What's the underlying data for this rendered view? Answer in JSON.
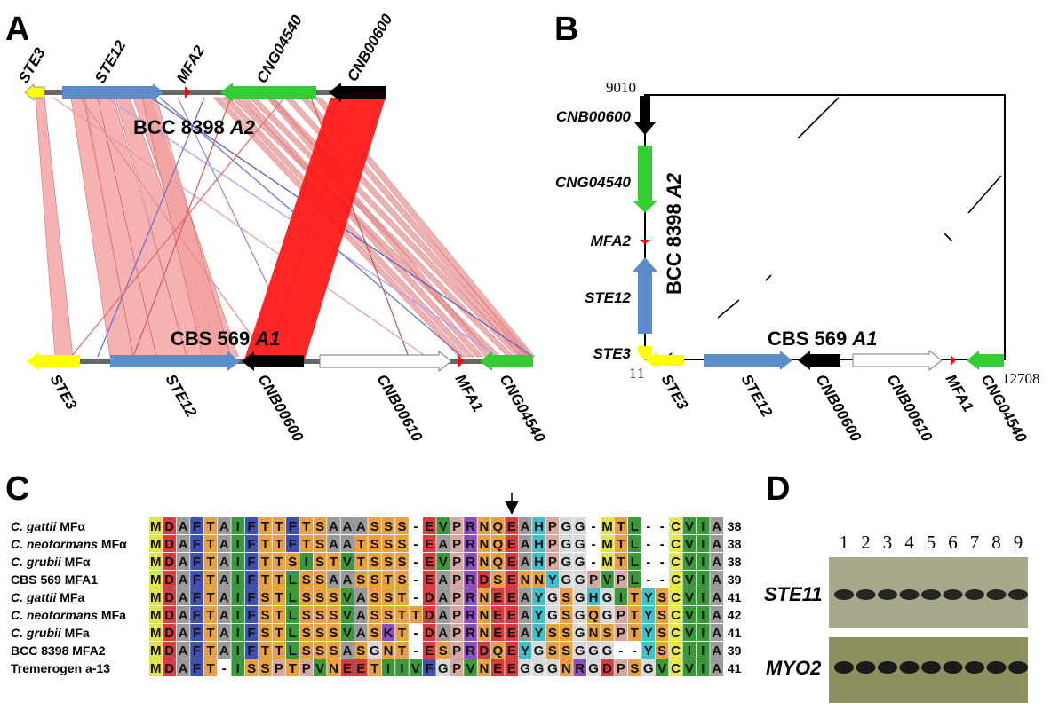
{
  "panels": {
    "a": "A",
    "b": "B",
    "c": "C",
    "d": "D"
  },
  "panel_a": {
    "top_genes": [
      "STE3",
      "STE12",
      "MFA2",
      "CNG04540",
      "CNB00600"
    ],
    "top_strain": {
      "name": "BCC 8398 ",
      "mating": "A2"
    },
    "bottom_strain": {
      "name": "CBS 569 ",
      "mating": "A1"
    },
    "bottom_genes": [
      "STE3",
      "STE12",
      "CNB00600",
      "CNB00610",
      "MFA1",
      "CNG04540"
    ]
  },
  "panel_b": {
    "y_max": "9010",
    "x_max": "12708",
    "origin_x": "1",
    "origin_y": "1",
    "y_genes": [
      "CNB00600",
      "CNG04540",
      "MFA2",
      "STE12",
      "STE3"
    ],
    "y_strain": {
      "name": "BCC 8398 ",
      "mating": "A2"
    },
    "x_strain": {
      "name": "CBS 569 ",
      "mating": "A1"
    },
    "x_genes": [
      "STE3",
      "STE12",
      "CNB00600",
      "CNB00610",
      "MFA1",
      "CNG04540"
    ]
  },
  "panel_c": {
    "rows": [
      {
        "italic": "C. gattii",
        "rest": " MFα",
        "seq": "MDAFTAIFTTFTSAAASSS-EVPRNQEAHPGG-MTL--CVIA",
        "len": "38"
      },
      {
        "italic": "C. neoformans",
        "rest": " MFα",
        "seq": "MDAFTAIFTTFTSAATSSS-EAPRNQEAHPGG-MTL--CVIA",
        "len": "38"
      },
      {
        "italic": "C. grubii",
        "rest": " MFα",
        "seq": "MDAFTAIFTTSISTVTSSS-EVPRNQEAHPGG-MTL--CVIA",
        "len": "38"
      },
      {
        "italic": "",
        "rest": "CBS 569 MFA1",
        "seq": "MDAFTAIFTTLSSAASSTS-EAPRDSENNYGGPVPL--CVIA",
        "len": "39"
      },
      {
        "italic": "C. gattii",
        "rest": " MFa",
        "seq": "MDAFTAIFSTLSSSVASST-DAPRNEEAYGSGHGITYSCVIA",
        "len": "41"
      },
      {
        "italic": "C. neoformans",
        "rest": " MFa",
        "seq": "MDAFTAIFSTLSSSVASSTTDAPRNEEAYGSGQGPTYSCVIA",
        "len": "42"
      },
      {
        "italic": "C. grubii",
        "rest": " MFa",
        "seq": "MDAFTAIFSTLSSSVASKT-DAPRNEEAYSSGNSPTYSCVIA",
        "len": "41"
      },
      {
        "italic": "",
        "rest": "BCC 8398 MFA2",
        "seq": "MDAFTAIFTTLSSSASGNT-ESPRDQEYGSSGGG--YSCIIA",
        "len": "39"
      },
      {
        "italic": "",
        "rest": "Tremerogen a-13",
        "seq": "MDAFT-ISSPTPVNEETIIVFGPVNEEGGGNRGDPSGVCVIA",
        "len": "41"
      }
    ],
    "colors": {
      "M": "#e2e24e",
      "D": "#d83c3c",
      "E": "#d83c3c",
      "A": "#9a9a9a",
      "F": "#4050b0",
      "W": "#4050b0",
      "T": "#e8a040",
      "S": "#e8a040",
      "N": "#e8a040",
      "Q": "#e8a040",
      "I": "#3a9a3a",
      "V": "#3a9a3a",
      "L": "#3a9a3a",
      "P": "#d6a8a0",
      "G": "#d9d9d9",
      "R": "#8a4fc0",
      "K": "#8a4fc0",
      "H": "#40c0c8",
      "Y": "#40c0c8",
      "C": "#e8e850",
      "-": "#ffffff"
    }
  },
  "panel_d": {
    "lanes": [
      "1",
      "2",
      "3",
      "4",
      "5",
      "6",
      "7",
      "8",
      "9"
    ],
    "blot1_label": "STE11",
    "blot2_label": "MYO2"
  }
}
